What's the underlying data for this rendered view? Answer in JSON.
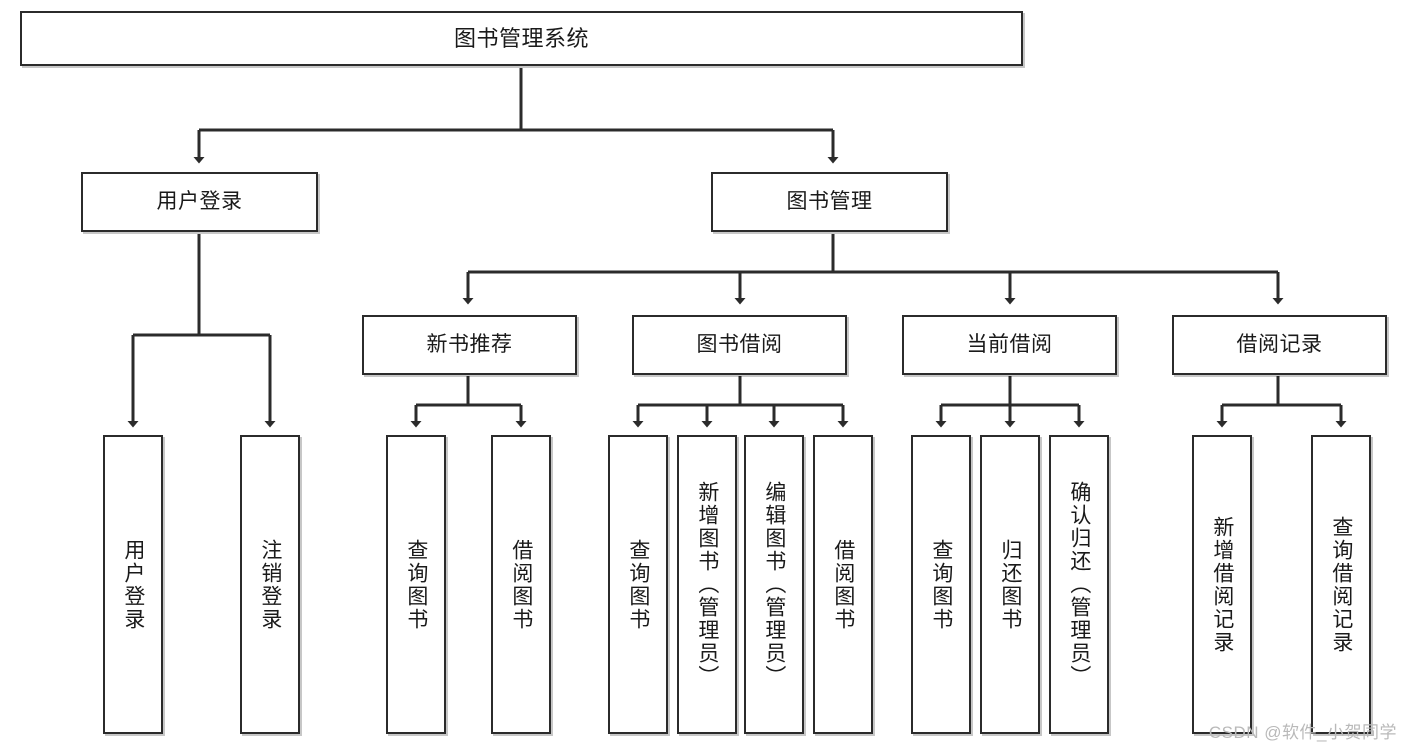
{
  "diagram": {
    "title": "图书管理系统",
    "type": "tree",
    "root": {
      "id": "root",
      "label": "图书管理系统",
      "orientation": "horizontal",
      "level": 0
    },
    "level1": [
      {
        "id": "user-login",
        "label": "用户登录",
        "orientation": "horizontal",
        "level": 1
      },
      {
        "id": "book-management",
        "label": "图书管理",
        "orientation": "horizontal",
        "level": 1
      }
    ],
    "level2": [
      {
        "id": "new-book-recommend",
        "label": "新书推荐",
        "orientation": "horizontal",
        "level": 2,
        "parent": "book-management"
      },
      {
        "id": "book-borrow",
        "label": "图书借阅",
        "orientation": "horizontal",
        "level": 2,
        "parent": "book-management"
      },
      {
        "id": "current-borrow",
        "label": "当前借阅",
        "orientation": "horizontal",
        "level": 2,
        "parent": "book-management"
      },
      {
        "id": "borrow-record",
        "label": "借阅记录",
        "orientation": "horizontal",
        "level": 2,
        "parent": "book-management"
      }
    ],
    "leaves": [
      {
        "id": "leaf-user-login",
        "label": "用户登录",
        "orientation": "vertical",
        "parent": "user-login"
      },
      {
        "id": "leaf-logout-login",
        "label": "注销登录",
        "orientation": "vertical",
        "parent": "user-login"
      },
      {
        "id": "leaf-query-book-1",
        "label": "查询图书",
        "orientation": "vertical",
        "parent": "new-book-recommend"
      },
      {
        "id": "leaf-borrow-book-1",
        "label": "借阅图书",
        "orientation": "vertical",
        "parent": "new-book-recommend"
      },
      {
        "id": "leaf-query-book-2",
        "label": "查询图书",
        "orientation": "vertical",
        "parent": "book-borrow"
      },
      {
        "id": "leaf-add-book",
        "label": "新增图书（管理员）",
        "orientation": "vertical",
        "parent": "book-borrow"
      },
      {
        "id": "leaf-edit-book",
        "label": "编辑图书（管理员）",
        "orientation": "vertical",
        "parent": "book-borrow"
      },
      {
        "id": "leaf-borrow-book-2",
        "label": "借阅图书",
        "orientation": "vertical",
        "parent": "book-borrow"
      },
      {
        "id": "leaf-query-book-3",
        "label": "查询图书",
        "orientation": "vertical",
        "parent": "current-borrow"
      },
      {
        "id": "leaf-return-book",
        "label": "归还图书",
        "orientation": "vertical",
        "parent": "current-borrow"
      },
      {
        "id": "leaf-confirm-return",
        "label": "确认归还（管理员）",
        "orientation": "vertical",
        "parent": "current-borrow"
      },
      {
        "id": "leaf-add-record",
        "label": "新增借阅记录",
        "orientation": "vertical",
        "parent": "borrow-record"
      },
      {
        "id": "leaf-query-record",
        "label": "查询借阅记录",
        "orientation": "vertical",
        "parent": "borrow-record"
      }
    ],
    "colors": {
      "background": "#ffffff",
      "node_border": "#2b2b2b",
      "node_fill": "#ffffff",
      "edge": "#2b2b2b",
      "text": "#1a1a1a",
      "watermark": "#b9b9b9"
    }
  },
  "watermark": {
    "text": "CSDN @软件_小贺同学"
  }
}
